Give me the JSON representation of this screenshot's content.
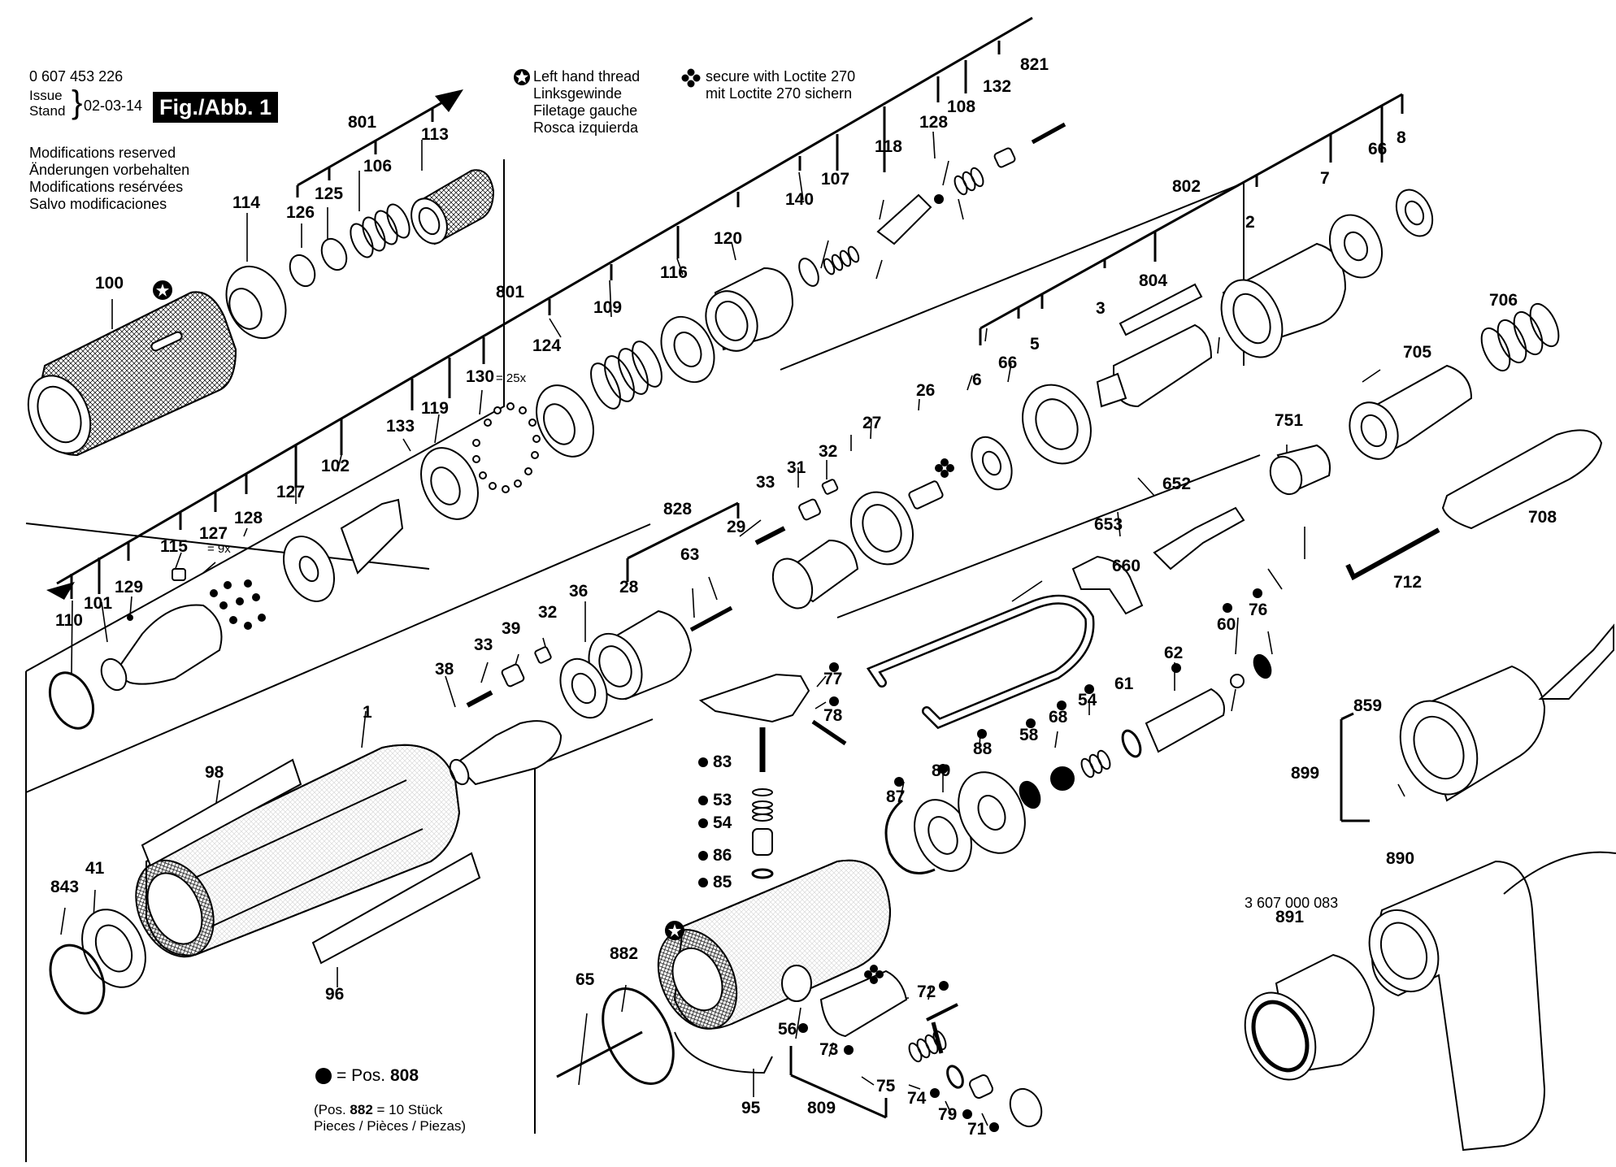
{
  "header": {
    "doc_number": "0 607 453 226",
    "issue_label_1": "Issue",
    "issue_label_2": "Stand",
    "issue_date": "02-03-14",
    "figure_label": "Fig./Abb. 1",
    "modifications": [
      "Modifications reserved",
      "Änderungen vorbehalten",
      "Modifications resérvées",
      "Salvo modificaciones"
    ]
  },
  "legend": {
    "left_hand_thread": [
      "Left hand thread",
      "Linksgewinde",
      "Filetage gauche",
      "Rosca izquierda"
    ],
    "loctite": [
      "secure with Loctite 270",
      "mit Loctite 270 sichern"
    ]
  },
  "footnotes": {
    "dot_equals": "= Pos.",
    "dot_pos": "808",
    "pos_prefix": "(Pos.",
    "pos_num": "882",
    "pos_suffix": "= 10 Stück",
    "pieces": "Pieces / Pièces / Piezas)"
  },
  "accessory_number": "3 607 000 083",
  "note_130": "= 25x",
  "note_127": "= 9x",
  "part_labels": [
    "1",
    "2",
    "3",
    "5",
    "6",
    "7",
    "8",
    "26",
    "27",
    "28",
    "29",
    "31",
    "32",
    "33",
    "36",
    "38",
    "39",
    "41",
    "53",
    "54",
    "56",
    "58",
    "60",
    "61",
    "62",
    "63",
    "65",
    "66",
    "68",
    "71",
    "72",
    "73",
    "74",
    "75",
    "76",
    "77",
    "78",
    "79",
    "83",
    "85",
    "86",
    "87",
    "88",
    "89",
    "95",
    "96",
    "98",
    "100",
    "101",
    "102",
    "106",
    "107",
    "108",
    "109",
    "110",
    "113",
    "114",
    "115",
    "116",
    "118",
    "119",
    "120",
    "124",
    "125",
    "126",
    "127",
    "128",
    "129",
    "130",
    "132",
    "133",
    "140",
    "652",
    "653",
    "660",
    "705",
    "706",
    "708",
    "712",
    "751",
    "801",
    "802",
    "804",
    "808",
    "809",
    "821",
    "828",
    "843",
    "859",
    "882",
    "890",
    "891",
    "899"
  ]
}
